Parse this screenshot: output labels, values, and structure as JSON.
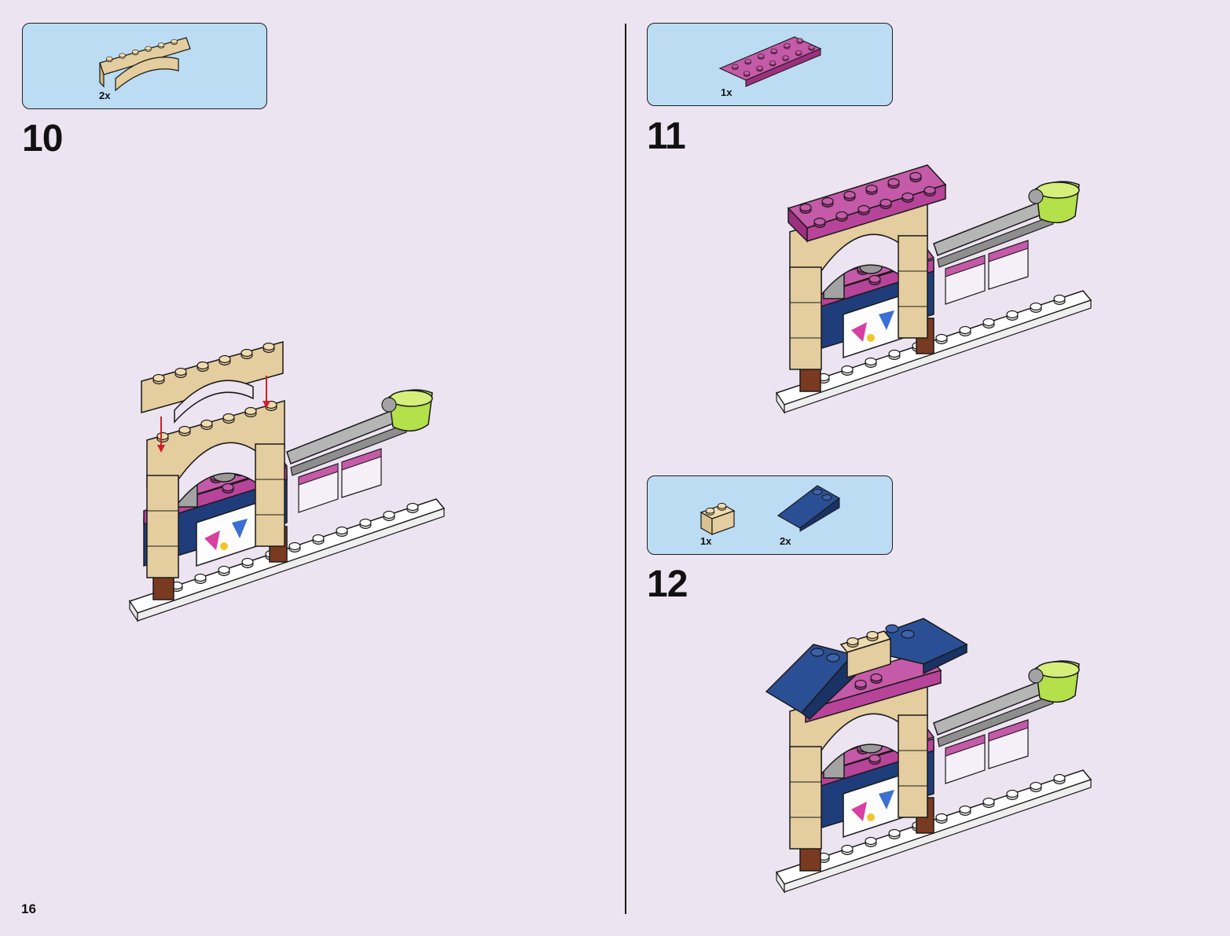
{
  "page_number": "16",
  "steps": [
    {
      "number": "10",
      "parts": [
        {
          "qty": "2x",
          "icon": "tan-arch-1x6-brick"
        }
      ],
      "model_icon": "ride-build-step-10-model"
    },
    {
      "number": "11",
      "parts": [
        {
          "qty": "1x",
          "icon": "magenta-plate-2x6"
        }
      ],
      "model_icon": "ride-build-step-11-model"
    },
    {
      "number": "12",
      "parts": [
        {
          "qty": "1x",
          "icon": "tan-brick-1x2"
        },
        {
          "qty": "2x",
          "icon": "dark-blue-slope-brick"
        }
      ],
      "model_icon": "ride-build-step-12-model"
    }
  ],
  "colors": {
    "background": "#ede4f1",
    "parts_box": "#bcdcf3",
    "tan": "#e4cd9e",
    "magenta": "#b8449a",
    "dark_blue": "#1f3d7a",
    "lime": "#b4e04a"
  }
}
